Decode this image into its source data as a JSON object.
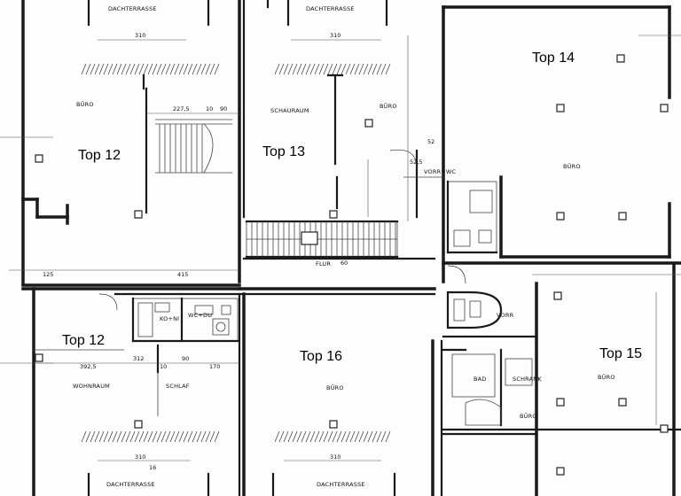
{
  "units": [
    {
      "id": "top12a",
      "label": "Top 12"
    },
    {
      "id": "top13",
      "label": "Top 13"
    },
    {
      "id": "top14",
      "label": "Top 14"
    },
    {
      "id": "top12b",
      "label": "Top 12"
    },
    {
      "id": "top16",
      "label": "Top 16"
    },
    {
      "id": "top15",
      "label": "Top 15"
    }
  ],
  "rooms": {
    "dachterrasse_1": "DACHTERRASSE",
    "dachterrasse_2": "DACHTERRASSE",
    "dachterrasse_3": "DACHTERRASSE",
    "dachterrasse_4": "DACHTERRASSE",
    "buero_1": "BÜRO",
    "schauraum": "SCHAURAUM",
    "buero_2": "BÜRO",
    "buero_3": "BÜRO",
    "vorr_wc": "VORR+WC",
    "flur": "FLUR",
    "wohnraum": "WOHNRAUM",
    "schlaf": "SCHLAF",
    "kochen": "KO+NI",
    "wc_du": "WC+DU",
    "buero_4": "BÜRO",
    "vorr": "VORR",
    "bad": "BAD",
    "schrank": "SCHRANK",
    "buero_5": "BÜRO",
    "buero_6": "BÜRO"
  },
  "dimensions": {
    "d1": "310",
    "d2": "310",
    "d3": "227,5",
    "d4": "10",
    "d5": "90",
    "d6": "52",
    "d7": "52,5",
    "d8": "415",
    "d9": "125",
    "d10": "312",
    "d11": "90",
    "d12": "392,5",
    "d13": "10",
    "d14": "170",
    "d15": "310",
    "d16": "310",
    "d17": "16",
    "d18": "60"
  }
}
